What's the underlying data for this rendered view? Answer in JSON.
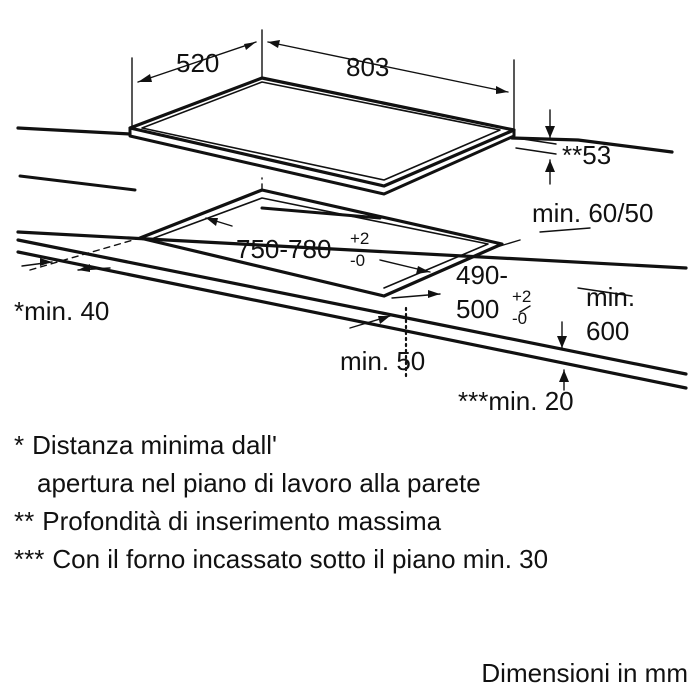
{
  "dimensions": {
    "hob_depth": "520",
    "hob_width": "803",
    "insertion_depth": "**53",
    "rear_clearance": "min. 60/50",
    "cutout_width_base": "750-780",
    "cutout_width_tol_upper": "+2",
    "cutout_width_tol_lower": "-0",
    "cutout_depth_base_line1": "490-",
    "cutout_depth_base_line2": "500",
    "cutout_depth_tol_upper": "+2",
    "cutout_depth_tol_lower": "-0",
    "wall_distance": "*min. 40",
    "front_clearance": "min. 50",
    "worktop_depth_line1": "min.",
    "worktop_depth_line2": "600",
    "worktop_thickness": "***min. 20"
  },
  "footnotes": [
    {
      "mark": "*",
      "line1": "Distanza minima dall'",
      "line2": "apertura nel piano di lavoro alla parete"
    },
    {
      "mark": "**",
      "line1": "Profondità di inserimento massima"
    },
    {
      "mark": "***",
      "line1": "Con il forno incassato sotto il piano min. 30"
    }
  ],
  "units": "Dimensioni in mm"
}
